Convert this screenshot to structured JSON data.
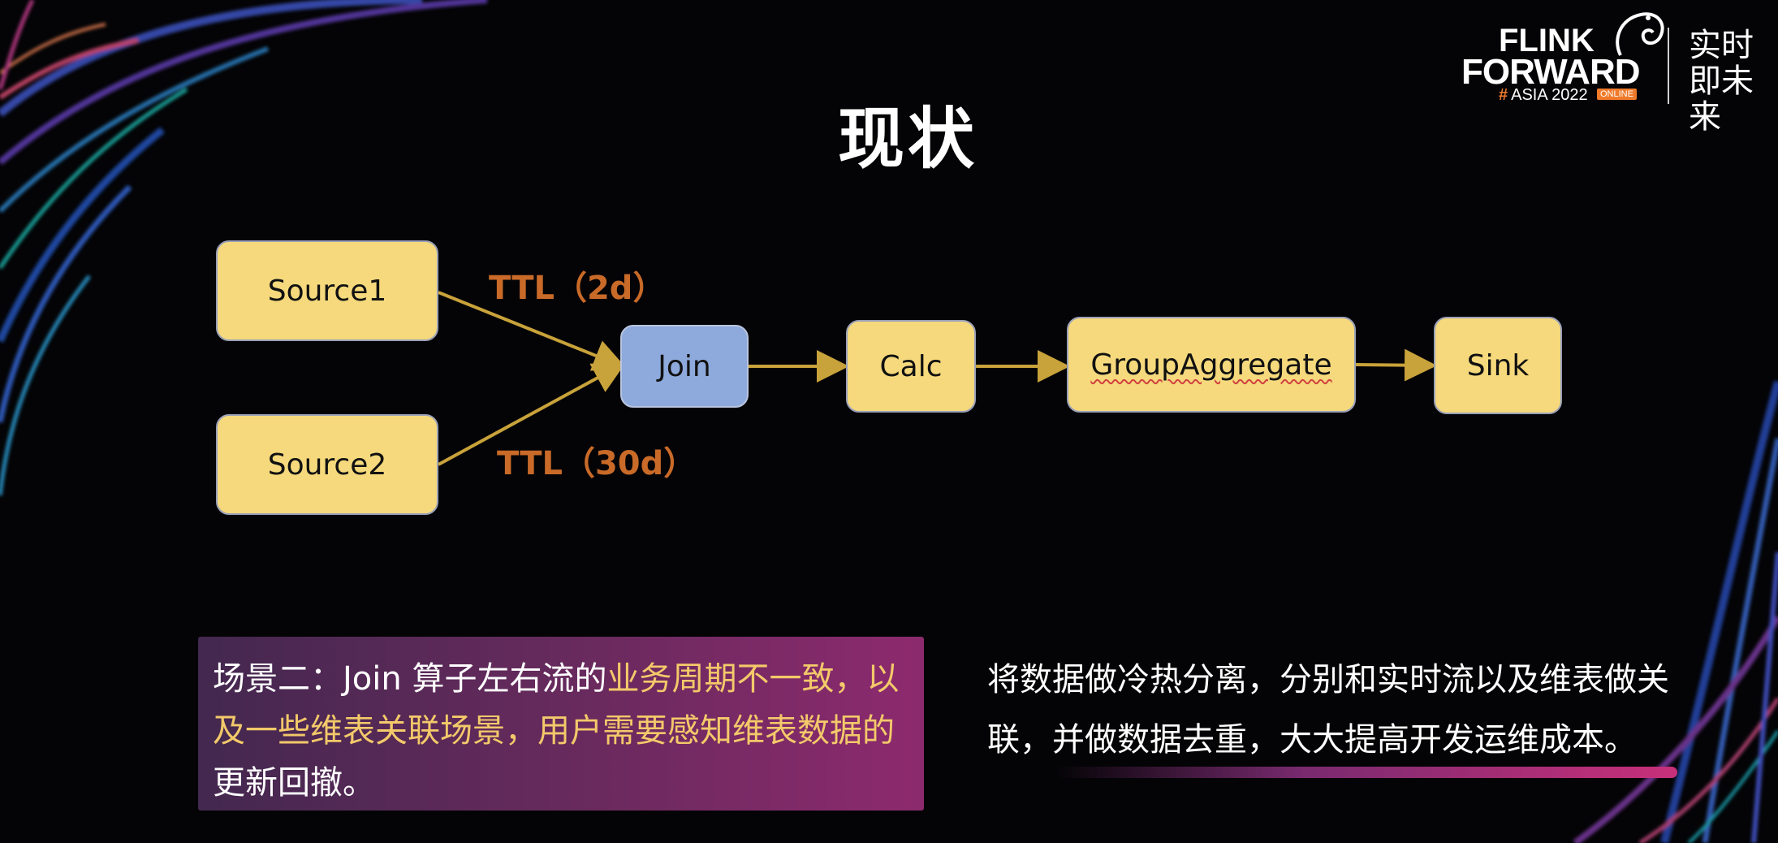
{
  "slide": {
    "title": "现状"
  },
  "logo": {
    "line1": "FLINK",
    "line2": "FORWARD",
    "hash": "#",
    "asia": "ASIA 2022",
    "online": "ONLINE",
    "slogan": "实时即未来"
  },
  "diagram": {
    "nodes": {
      "source1": "Source1",
      "source2": "Source2",
      "join": "Join",
      "calc": "Calc",
      "group_aggregate": "GroupAggregate",
      "sink": "Sink"
    },
    "edge_labels": {
      "ttl_source1": "TTL（2d）",
      "ttl_source2": "TTL（30d）"
    }
  },
  "bottom": {
    "left_normal_1": "场景二：Join 算子左右流的",
    "left_highlight": "业务周期不一致，以及一些维表关联场景，用户需要感知维表数据的",
    "left_normal_2": "更新回撤。",
    "right_text": "将数据做冷热分离，分别和实时流以及维表做关联，并做数据去重，大大提高开发运维成本。"
  },
  "colors": {
    "node_fill": "#f5d97c",
    "join_fill": "#8eaadc",
    "arrow": "#c8a23a",
    "ttl_label": "#c96a28",
    "highlight": "#f3c96a",
    "brand_orange": "#f07a2a"
  }
}
